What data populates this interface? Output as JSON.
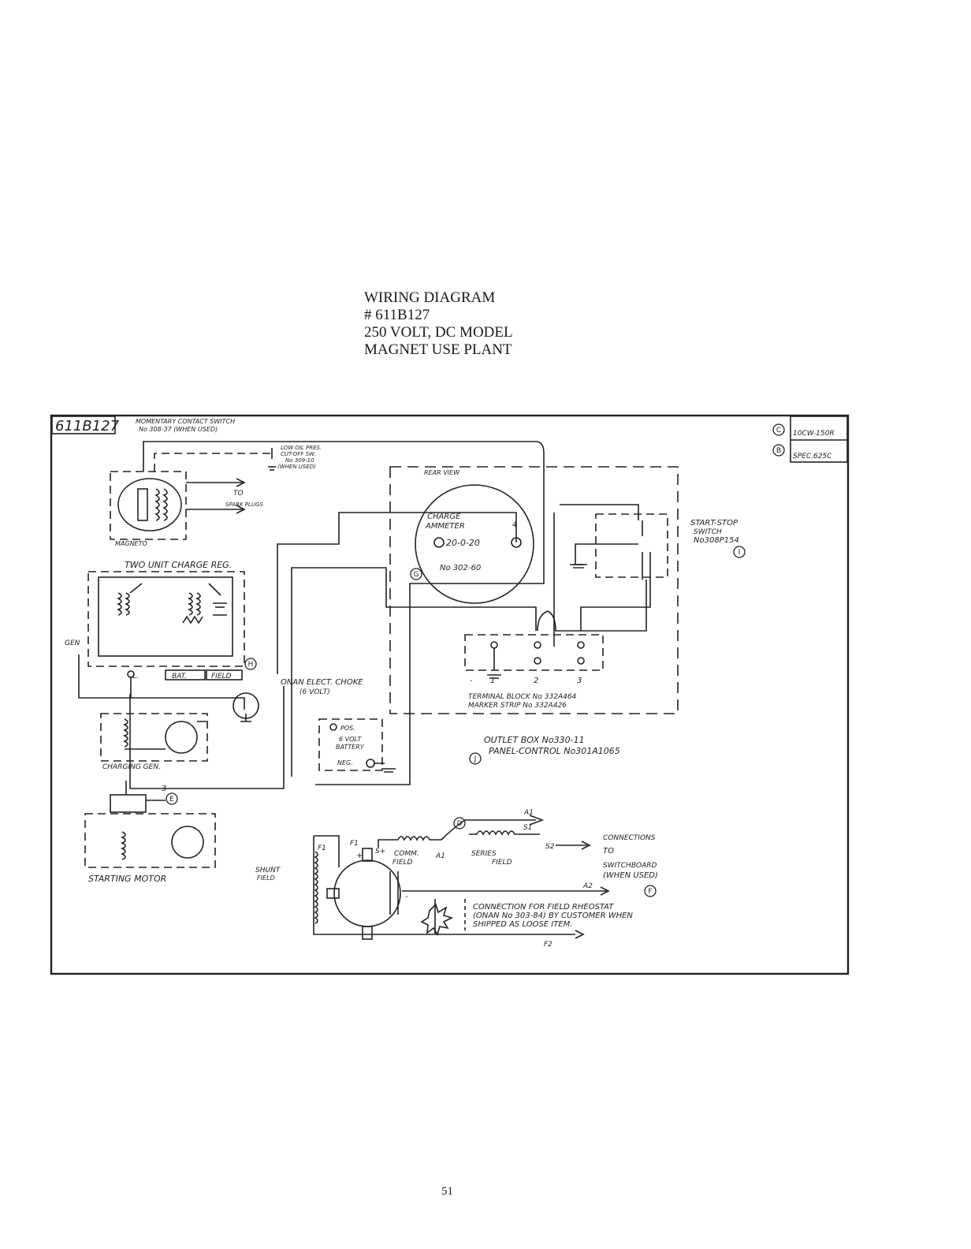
{
  "header": {
    "line1": "WIRING DIAGRAM",
    "line2": "# 611B127",
    "line3": "250 VOLT, DC MODEL",
    "line4": "MAGNET USE PLANT"
  },
  "diagram": {
    "drawing_number": "611B127",
    "corner_box": {
      "line1": "10CW-150R",
      "line2": "SPEC.625C"
    },
    "markers": {
      "c": "C",
      "b": "B",
      "i": "I",
      "j": "J",
      "g": "G",
      "h": "H",
      "e": "E",
      "d": "D",
      "f": "F"
    },
    "momentary_switch": {
      "line1": "MOMENTARY CONTACT SWITCH",
      "line2": "No 308-37 (WHEN USED)"
    },
    "oil_switch": {
      "line1": "LOW OIL PRES.",
      "line2": "CUT-OFF SW.",
      "line3": "No 309-10",
      "line4": "(WHEN USED)"
    },
    "to_label": "TO",
    "spark_plugs": "SPARK PLUGS",
    "magneto": "MAGNETO",
    "rear_view": "REAR VIEW",
    "ammeter": {
      "line1": "CHARGE",
      "line2": "AMMETER",
      "scale": "20-0-20",
      "part": "No 302-60",
      "terminal": "4"
    },
    "start_stop": {
      "line1": "START-STOP",
      "line2": "SWITCH",
      "line3": "No308P154"
    },
    "charge_reg": "TWO UNIT CHARGE REG.",
    "gen": "GEN",
    "l_label": "L.",
    "bat_label": "BAT.",
    "field_label": "FIELD",
    "choke": {
      "line1": "ONAN ELECT. CHOKE",
      "line2": "(6 VOLT)"
    },
    "terminal_block": {
      "line1": "TERMINAL BLOCK No 332A464",
      "line2": "MARKER STRIP No 332A426",
      "t1": "1",
      "t2": "2",
      "t3": "3",
      "minus": "-"
    },
    "battery": {
      "pos": "POS.",
      "volt": "6 VOLT",
      "name": "BATTERY",
      "neg": "NEG."
    },
    "charging_gen": "CHARGING GEN.",
    "outlet_box": {
      "line1": "OUTLET BOX No330-11",
      "line2": "PANEL-CONTROL No301A1065"
    },
    "three": "3",
    "starting_motor": "STARTING MOTOR",
    "a1_top": "A1",
    "s1": "S1",
    "s2": "S2",
    "a1_mid": "A1",
    "f1": "F1",
    "comm_field": {
      "line1": "COMM.",
      "line2": "FIELD"
    },
    "series_field": {
      "line1": "SERIES",
      "line2": "FIELD"
    },
    "shunt_field": {
      "line1": "SHUNT",
      "line2": "FIELD"
    },
    "plus_minus": {
      "s_plus": "S+",
      "plus": "+",
      "minus": "-"
    },
    "f_left": "F1",
    "a2": "A2",
    "f2": "F2",
    "connections": {
      "line1": "CONNECTIONS",
      "line2": "TO",
      "line3": "SWITCHBOARD",
      "line4": "(WHEN USED)"
    },
    "rheostat": {
      "line1": "CONNECTION FOR FIELD RHEOSTAT",
      "line2": "(ONAN No 303-84) BY CUSTOMER WHEN",
      "line3": "SHIPPED AS LOOSE ITEM."
    }
  },
  "footer": {
    "page_number": "51"
  }
}
